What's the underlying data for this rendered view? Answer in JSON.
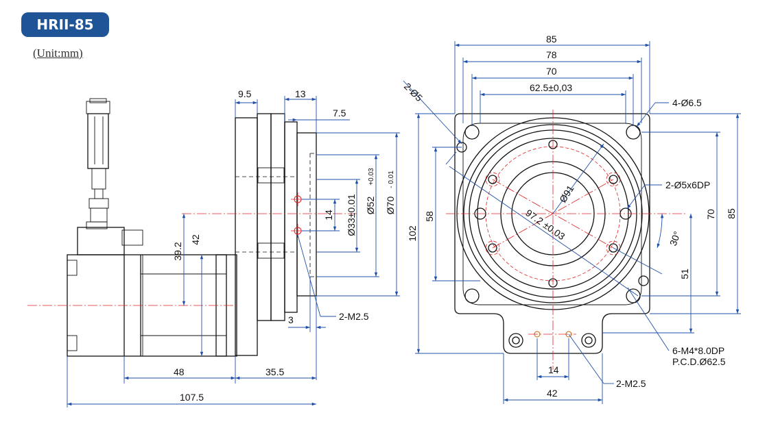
{
  "model": "HRII-85",
  "unit": "(Unit:mm)",
  "side_view": {
    "dim_9_5": "9.5",
    "dim_13": "13",
    "dim_7_5": "7.5",
    "dim_39_2": "39.2",
    "dim_42v": "42",
    "dim_14v": "14",
    "dim_d33": "Ø33±0.01",
    "dim_d52": "Ø52",
    "dim_d52_tol": "+0.03",
    "dim_d70": "Ø70",
    "dim_d70_tol": "- 0.01",
    "dim_3": "3",
    "label_m25": "2-M2.5",
    "dim_48": "48",
    "dim_35_5": "35.5",
    "dim_107_5": "107.5"
  },
  "front_view": {
    "dim_85w": "85",
    "dim_78": "78",
    "dim_70w": "70",
    "dim_62_5": "62.5±0,03",
    "label_2d5": "2-Ø5",
    "label_4d65": "4-Ø6.5",
    "label_2d5x6": "2-Ø5x6DP",
    "label_d91": "Ø91",
    "label_97_2": "97.2 ±0.03",
    "dim_58": "58",
    "dim_102": "102",
    "dim_70h": "70",
    "dim_85h": "85",
    "label_30deg": "30°",
    "dim_51": "51",
    "label_m4": "6-M4*8.0DP",
    "label_pcd": "P.C.D.Ø62.5",
    "dim_14h": "14",
    "dim_42h": "42",
    "label_m25b": "2-M2.5"
  }
}
